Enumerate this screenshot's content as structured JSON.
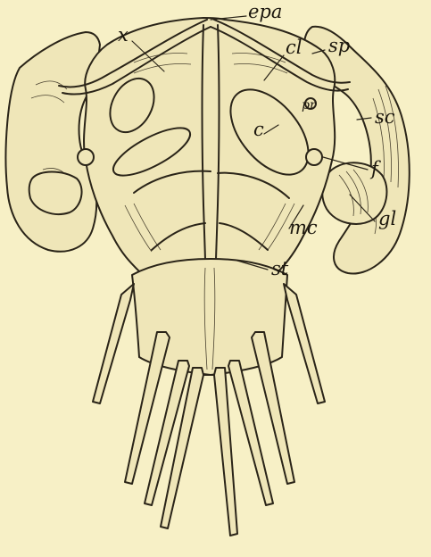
{
  "labels": {
    "epa": "epa",
    "x": "x",
    "cl": "cl",
    "sp": "sp",
    "pr": "pr",
    "sc": "sc",
    "c": "c",
    "f": "f",
    "mc": "mc",
    "gl": "gl",
    "st": "st"
  },
  "colors": {
    "background": "#f7f0c6",
    "ink": "#2a2418"
  }
}
